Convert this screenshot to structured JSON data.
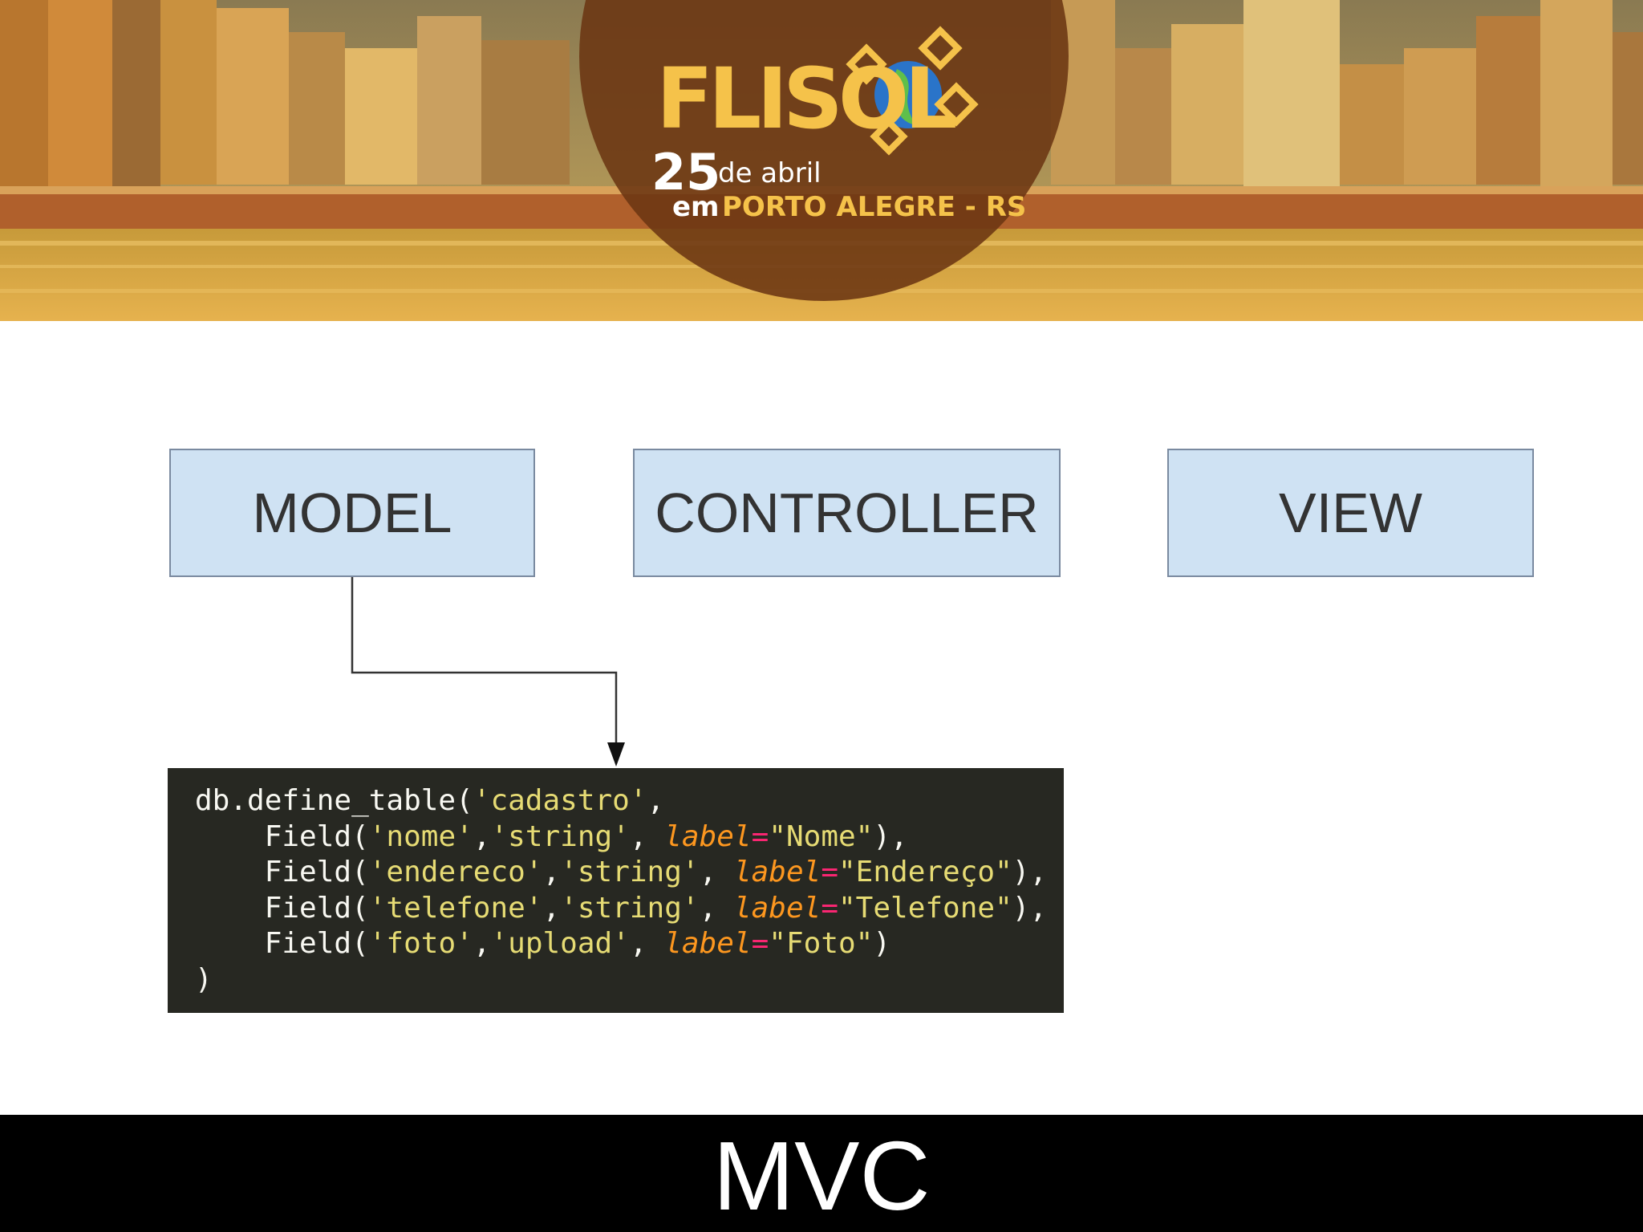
{
  "banner": {
    "logo_name": "FLISOL",
    "date_day": "25",
    "date_month": "de abril",
    "location_prefix": "em",
    "location_city": "PORTO ALEGRE - RS"
  },
  "diagram": {
    "boxes": [
      {
        "id": "model",
        "label": "MODEL"
      },
      {
        "id": "controller",
        "label": "CONTROLLER"
      },
      {
        "id": "view",
        "label": "VIEW"
      }
    ]
  },
  "code": {
    "lines": [
      [
        [
          "plain",
          "db.define_table("
        ],
        [
          "str",
          "'cadastro'"
        ],
        [
          "plain",
          ","
        ]
      ],
      [
        [
          "plain",
          "    Field("
        ],
        [
          "str",
          "'nome'"
        ],
        [
          "plain",
          ","
        ],
        [
          "str",
          "'string'"
        ],
        [
          "plain",
          ", "
        ],
        [
          "kw",
          "label"
        ],
        [
          "op",
          "="
        ],
        [
          "str",
          "\"Nome\""
        ],
        [
          "plain",
          "),"
        ]
      ],
      [
        [
          "plain",
          "    Field("
        ],
        [
          "str",
          "'endereco'"
        ],
        [
          "plain",
          ","
        ],
        [
          "str",
          "'string'"
        ],
        [
          "plain",
          ", "
        ],
        [
          "kw",
          "label"
        ],
        [
          "op",
          "="
        ],
        [
          "str",
          "\"Endereço\""
        ],
        [
          "plain",
          "),"
        ]
      ],
      [
        [
          "plain",
          "    Field("
        ],
        [
          "str",
          "'telefone'"
        ],
        [
          "plain",
          ","
        ],
        [
          "str",
          "'string'"
        ],
        [
          "plain",
          ", "
        ],
        [
          "kw",
          "label"
        ],
        [
          "op",
          "="
        ],
        [
          "str",
          "\"Telefone\""
        ],
        [
          "plain",
          "),"
        ]
      ],
      [
        [
          "plain",
          "    Field("
        ],
        [
          "str",
          "'foto'"
        ],
        [
          "plain",
          ","
        ],
        [
          "str",
          "'upload'"
        ],
        [
          "plain",
          ", "
        ],
        [
          "kw",
          "label"
        ],
        [
          "op",
          "="
        ],
        [
          "str",
          "\"Foto\""
        ],
        [
          "plain",
          ")"
        ]
      ],
      [
        [
          "plain",
          ")"
        ]
      ]
    ]
  },
  "footer": {
    "title": "MVC"
  },
  "colors": {
    "box_fill": "#cfe2f3",
    "code_bg": "#272822",
    "code_string": "#e6db74",
    "code_keyword": "#fd971f",
    "code_operator": "#f92672"
  }
}
